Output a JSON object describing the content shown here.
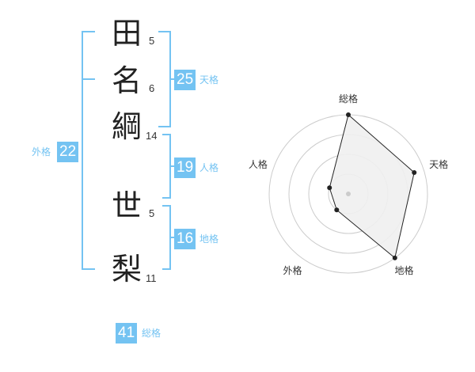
{
  "name": {
    "characters": [
      {
        "char": "田",
        "strokes": "5"
      },
      {
        "char": "名",
        "strokes": "6"
      },
      {
        "char": "綱",
        "strokes": "14"
      },
      {
        "char": "世",
        "strokes": "5"
      },
      {
        "char": "梨",
        "strokes": "11"
      }
    ]
  },
  "fortune": {
    "tenkaku": {
      "value": "25",
      "label": "天格"
    },
    "jinkaku": {
      "value": "19",
      "label": "人格"
    },
    "chikaku": {
      "value": "16",
      "label": "地格"
    },
    "gaikaku": {
      "value": "22",
      "label": "外格"
    },
    "soukaku": {
      "value": "41",
      "label": "総格"
    }
  },
  "radar": {
    "axes": [
      "総格",
      "天格",
      "地格",
      "外格",
      "人格"
    ],
    "rings": 4,
    "values": [
      4,
      3.5,
      4,
      1,
      1
    ]
  },
  "colors": {
    "accent": "#74c3f2",
    "radar_fill": "#efefef",
    "radar_line": "#222222",
    "ring": "#cccccc"
  }
}
